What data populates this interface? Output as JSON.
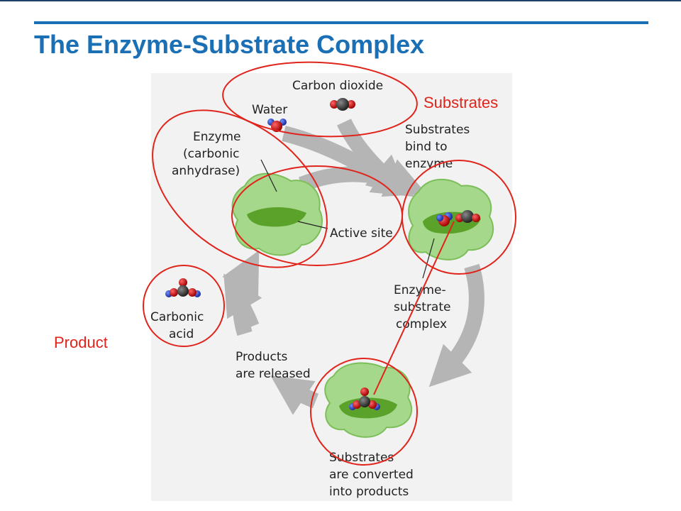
{
  "slide": {
    "title": "The Enzyme-Substrate Complex"
  },
  "diagram": {
    "carbon_dioxide": "Carbon dioxide",
    "water": "Water",
    "enzyme_line1": "Enzyme",
    "enzyme_line2": "(carbonic",
    "enzyme_line3": "anhydrase)",
    "active_site": "Active site",
    "bind_line1": "Substrates",
    "bind_line2": "bind to",
    "bind_line3": "enzyme",
    "complex_line1": "Enzyme-",
    "complex_line2": "substrate",
    "complex_line3": "complex",
    "converted_line1": "Substrates",
    "converted_line2": "are converted",
    "converted_line3": "into products",
    "released_line1": "Products",
    "released_line2": "are released",
    "carbonic_line1": "Carbonic",
    "carbonic_line2": "acid"
  },
  "annotations": {
    "substrates": "Substrates",
    "product": "Product"
  },
  "colors": {
    "title": "#1a6fb5",
    "annotation": "#e0241b",
    "enzyme_light": "#a5d88a",
    "enzyme_dark": "#5aa22a",
    "arrow": "#b5b5b5"
  }
}
